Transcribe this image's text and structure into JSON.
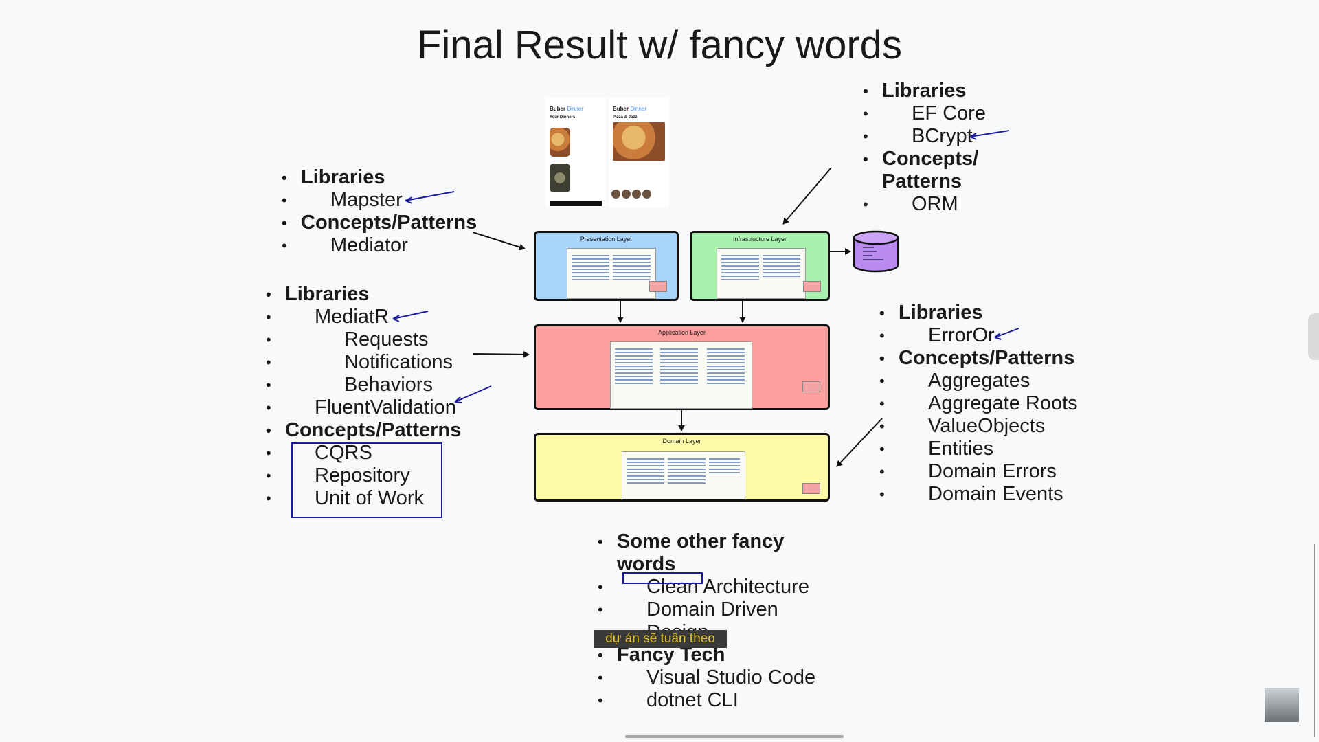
{
  "title": "Final Result w/ fancy words",
  "infra": {
    "libraries_label": "Libraries",
    "libraries": [
      "EF Core",
      "BCrypt"
    ],
    "concepts_label": "Concepts/\nPatterns",
    "concepts": [
      "ORM"
    ]
  },
  "presentation": {
    "libraries_label": "Libraries",
    "libraries": [
      "Mapster"
    ],
    "concepts_label": "Concepts/Patterns",
    "concepts": [
      "Mediator"
    ]
  },
  "application": {
    "libraries_label": "Libraries",
    "mediatr": "MediatR",
    "mediatr_items": [
      "Requests",
      "Notifications",
      "Behaviors"
    ],
    "fluent": "FluentValidation",
    "concepts_label": "Concepts/Patterns",
    "concepts": [
      "CQRS",
      "Repository",
      "Unit of Work"
    ]
  },
  "domain": {
    "libraries_label": "Libraries",
    "libraries": [
      "ErrorOr"
    ],
    "concepts_label": "Concepts/Patterns",
    "concepts": [
      "Aggregates",
      "Aggregate Roots",
      "ValueObjects",
      "Entities",
      "Domain Errors",
      "Domain Events"
    ]
  },
  "bottom": {
    "fancy_words_label": "Some other fancy\nwords",
    "fancy_words": [
      "Clean Architecture",
      "Domain Driven\nDesign"
    ],
    "fancy_tech_label": "Fancy Tech",
    "fancy_tech": [
      "Visual Studio Code",
      "dotnet CLI"
    ]
  },
  "layers": {
    "presentation": "Presentation Layer",
    "infrastructure": "Infrastructure Layer",
    "application": "Application Layer",
    "domain": "Domain Layer"
  },
  "phones": {
    "app_name": "Buber",
    "app_suffix": "Dinner",
    "screen1_heading": "Your Dinners",
    "screen2_heading": "Pizza & Jazz"
  },
  "subtitle": "dự án sẽ tuân theo",
  "colors": {
    "presentation": "#a8d4fb",
    "infrastructure": "#a9f2ad",
    "application": "#fb9f9f",
    "domain": "#fdfaa9",
    "database": "#b98af0",
    "pencil": "#1c1c9e"
  }
}
